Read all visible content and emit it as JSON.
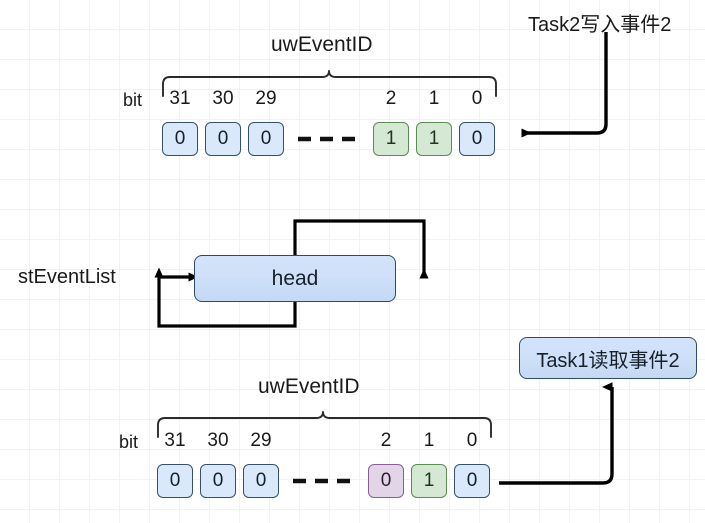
{
  "diagram": {
    "title_top_annotation": "Task2写入事件2",
    "title_bottom_annotation": "Task1读取事件2",
    "list_label": "stEventList",
    "head_label": "head",
    "colors": {
      "cell_blue_fill": "#dae8fc",
      "cell_blue_stroke": "#36506b",
      "cell_green_fill": "#d5e8d4",
      "cell_green_stroke": "#5b8c52",
      "cell_purple_fill": "#e1d5e7",
      "cell_purple_stroke": "#8a5e95",
      "box_fill": "#cfe0f8",
      "box_stroke": "#2f4a66",
      "line": "#000000",
      "grid": "#f2f2f2",
      "background": "#ffffff"
    }
  },
  "top_row": {
    "brace_label": "uwEventID",
    "bit_prefix": "bit",
    "ellipsis": "- - -",
    "bit_labels": [
      "31",
      "30",
      "29",
      "2",
      "1",
      "0"
    ],
    "cells": [
      {
        "bit": "31",
        "value": "0",
        "color": "blue"
      },
      {
        "bit": "30",
        "value": "0",
        "color": "blue"
      },
      {
        "bit": "29",
        "value": "0",
        "color": "blue"
      },
      {
        "bit": "2",
        "value": "1",
        "color": "green"
      },
      {
        "bit": "1",
        "value": "1",
        "color": "green"
      },
      {
        "bit": "0",
        "value": "0",
        "color": "blue"
      }
    ]
  },
  "bottom_row": {
    "brace_label": "uwEventID",
    "bit_prefix": "bit",
    "ellipsis": "- - -",
    "bit_labels": [
      "31",
      "30",
      "29",
      "2",
      "1",
      "0"
    ],
    "cells": [
      {
        "bit": "31",
        "value": "0",
        "color": "blue"
      },
      {
        "bit": "30",
        "value": "0",
        "color": "blue"
      },
      {
        "bit": "29",
        "value": "0",
        "color": "blue"
      },
      {
        "bit": "2",
        "value": "0",
        "color": "purple"
      },
      {
        "bit": "1",
        "value": "1",
        "color": "green"
      },
      {
        "bit": "0",
        "value": "0",
        "color": "blue"
      }
    ]
  }
}
